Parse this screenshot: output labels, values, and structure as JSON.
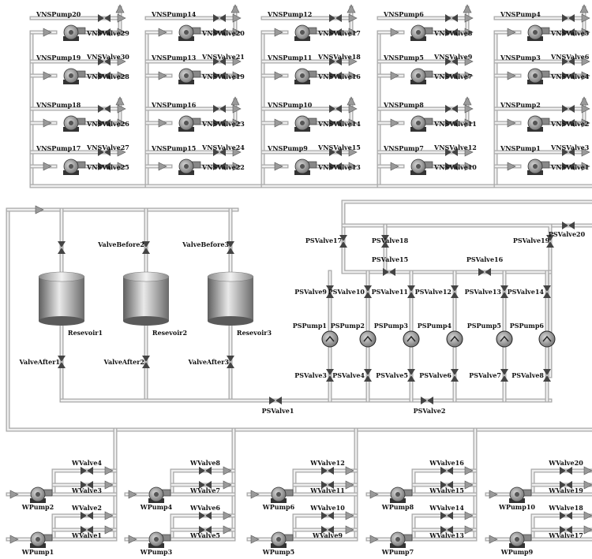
{
  "vns": {
    "g1": {
      "pumps": [
        "VNSPump20",
        "VNSPump19",
        "VNSPump18",
        "VNSPump17"
      ],
      "upper": [
        "VNSValve29",
        "VNSValve30",
        "VNSValve26",
        "VNSValve27"
      ],
      "lower": [
        "VNSValve28",
        "VNSValve26",
        "VNSValve25"
      ]
    },
    "columns": [
      {
        "pumps": [
          "VNSPump20",
          "VNSPump19",
          "VNSPump18",
          "VNSPump17"
        ],
        "valves": [
          "VNSValve29",
          "VNSValve30",
          "VNSValve28",
          "VNSValve26",
          "VNSValve27",
          "VNSValve25"
        ]
      },
      {
        "pumps": [
          "VNSPump14",
          "VNSPump13",
          "VNSPump16",
          "VNSPump15"
        ],
        "valves": [
          "VNSValve20",
          "VNSValve21",
          "VNSValve19",
          "VNSValve23",
          "VNSValve24",
          "VNSValve22"
        ]
      },
      {
        "pumps": [
          "VNSPump12",
          "VNSPump11",
          "VNSPump10",
          "VNSPump9"
        ],
        "valves": [
          "VNSValve17",
          "VNSValve18",
          "VNSValve16",
          "VNSValve14",
          "VNSValve15",
          "VNSValve13"
        ]
      },
      {
        "pumps": [
          "VNSPump6",
          "VNSPump5",
          "VNSPump8",
          "VNSPump7"
        ],
        "valves": [
          "VNSValve8",
          "VNSValve9",
          "VNSValve7",
          "VNSValve11",
          "VNSValve12",
          "VNSValve10"
        ]
      },
      {
        "pumps": [
          "VNSPump4",
          "VNSPump3",
          "VNSPump2",
          "VNSPump1"
        ],
        "valves": [
          "VNSValve5",
          "VNSValve6",
          "VNSValve4",
          "VNSValve2",
          "VNSValve3",
          "VNSValve1"
        ]
      }
    ]
  },
  "reservoirs": [
    {
      "before": "",
      "tank": "Resevoir1",
      "after": "ValveAfter1"
    },
    {
      "before": "ValveBefore2",
      "tank": "Resevoir2",
      "after": "ValveAfter2"
    },
    {
      "before": "ValveBefore3",
      "tank": "Resevoir3",
      "after": "ValveAfter3"
    }
  ],
  "ps": {
    "top": [
      "PSValve17",
      "PSValve18",
      "PSValve19",
      "PSValve20"
    ],
    "cross": [
      "PSValve15",
      "PSValve16"
    ],
    "upper": [
      "PSValve9",
      "PSValve10",
      "PSValve11",
      "PSValve12",
      "PSValve13",
      "PSValve14"
    ],
    "pumps": [
      "PSPump1",
      "PSPump2",
      "PSPump3",
      "PSPump4",
      "PSPump5",
      "PSPump6"
    ],
    "lower": [
      "PSValve3",
      "PSValve4",
      "PSValve5",
      "PSValve6",
      "PSValve7",
      "PSValve8"
    ],
    "bottom": [
      "PSValve1",
      "PSValve2"
    ]
  },
  "w": {
    "groups": [
      {
        "pumps": [
          "WPump2",
          "WPump1"
        ],
        "valves": [
          "WValve4",
          "WValve3",
          "WValve2",
          "WValve1"
        ]
      },
      {
        "pumps": [
          "WPump4",
          "WPump3"
        ],
        "valves": [
          "WValve8",
          "WValve7",
          "WValve6",
          "WValve5"
        ]
      },
      {
        "pumps": [
          "WPump6",
          "WPump5"
        ],
        "valves": [
          "WValve12",
          "WValve11",
          "WValve10",
          "WValve9"
        ]
      },
      {
        "pumps": [
          "WPump8",
          "WPump7"
        ],
        "valves": [
          "WValve16",
          "WValve15",
          "WValve14",
          "WValve13"
        ]
      },
      {
        "pumps": [
          "WPump10",
          "WPump9"
        ],
        "valves": [
          "WValve20",
          "WValve19",
          "WValve18",
          "WValve17"
        ]
      }
    ]
  },
  "colors": {
    "pipe": "#a9a9a9",
    "pipe_inner": "#eeeeee",
    "valve": "#444444",
    "tank_dark": "#5a5a5a",
    "tank_light": "#e6e6e6",
    "pump_body": "#8a8a8a"
  }
}
